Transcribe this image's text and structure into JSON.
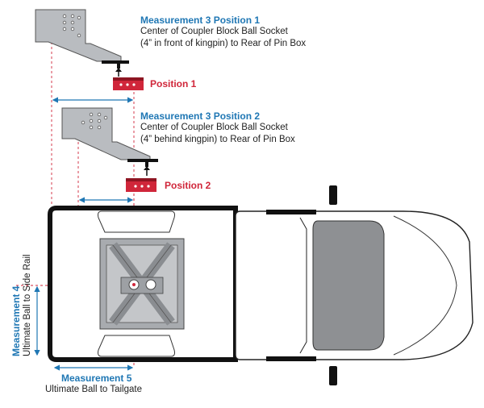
{
  "measurement3_position1": {
    "title": "Measurement 3 Position 1",
    "line1": "Center of Coupler Block Ball Socket",
    "line2": "(4” in front of kingpin) to Rear of Pin Box"
  },
  "position1_label": "Position 1",
  "measurement3_position2": {
    "title": "Measurement 3 Position 2",
    "line1": "Center of Coupler Block Ball Socket",
    "line2": "(4” behind kingpin) to Rear of Pin Box"
  },
  "position2_label": "Position 2",
  "measurement4": {
    "title": "Measurement 4",
    "desc": "Ultimate Ball to Side Rail"
  },
  "measurement5": {
    "title": "Measurement 5",
    "desc": "Ultimate Ball to Tailgate"
  },
  "colors": {
    "measurement_blue": "#1f77b4",
    "position_red": "#d0263a",
    "pinbox_gray": "#b9bcc0",
    "truck_outline": "#111111",
    "hitch_gray": "#a8abaf",
    "windshield_gray": "#8e9093"
  }
}
